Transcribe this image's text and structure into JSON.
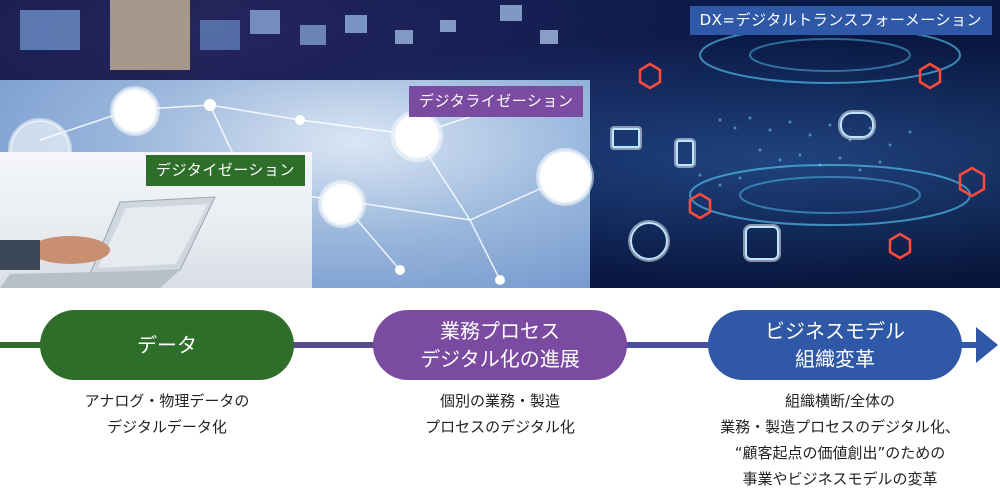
{
  "labels": {
    "dx": "DX=デジタルトランスフォーメーション",
    "digitalization": "デジタライゼーション",
    "digitization": "デジタイゼーション"
  },
  "stages": [
    {
      "title_lines": [
        "データ"
      ],
      "desc_lines": [
        "アナログ・物理データの",
        "デジタルデータ化"
      ]
    },
    {
      "title_lines": [
        "業務プロセス",
        "デジタル化の進展"
      ],
      "desc_lines": [
        "個別の業務・製造",
        "プロセスのデジタル化"
      ]
    },
    {
      "title_lines": [
        "ビジネスモデル",
        "組織変革"
      ],
      "desc_lines": [
        "組織横断/全体の",
        "業務・製造プロセスのデジタル化、",
        "“顧客起点の価値創出”のための",
        "事業やビジネスモデルの変革"
      ]
    }
  ],
  "colors": {
    "digitization": "#2f6e2a",
    "digitalization": "#7b4aa1",
    "dx": "#2f58a7"
  },
  "icons": [
    "wifi-icon",
    "gear-monitor-icon",
    "factory-icon",
    "robot-arm-icon",
    "binary-icon",
    "globe-icon",
    "camera-icon",
    "cloud-icon",
    "mail-icon",
    "phone-icon",
    "laptop-icon",
    "arrow-right-icon"
  ]
}
